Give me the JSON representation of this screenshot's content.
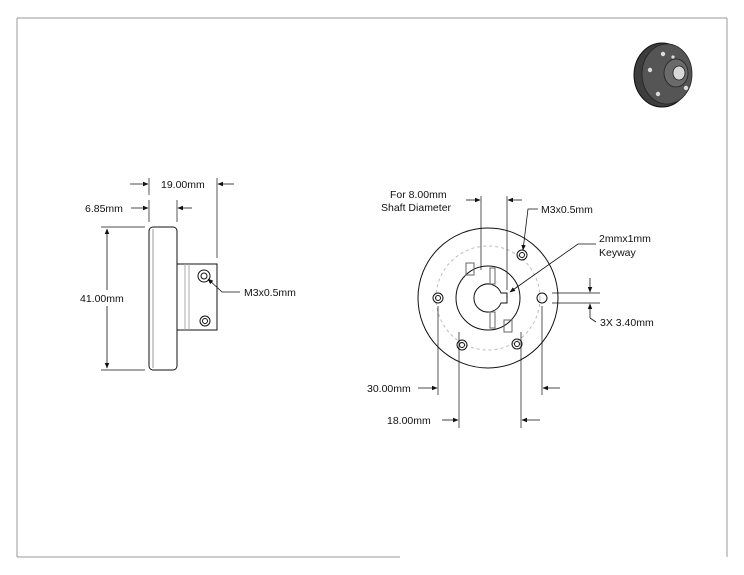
{
  "side_view": {
    "dim_overall_length": "19.00mm",
    "dim_flange_thickness": "6.85mm",
    "dim_outer_diameter": "41.00mm",
    "setscrew_label": "M3x0.5mm"
  },
  "front_view": {
    "bore_label_line1": "For 8.00mm",
    "bore_label_line2": "Shaft Diameter",
    "setscrew_label": "M3x0.5mm",
    "keyway_label_line1": "2mmx1mm",
    "keyway_label_line2": "Keyway",
    "hole_label": "3X 3.40mm",
    "dim_bolt_circle": "30.00mm",
    "dim_hub": "18.00mm"
  },
  "colors": {
    "line": "#111111",
    "hidden": "#bbbbbb",
    "frame": "#9a9a9a",
    "iso_body": "#4a4a4a"
  }
}
